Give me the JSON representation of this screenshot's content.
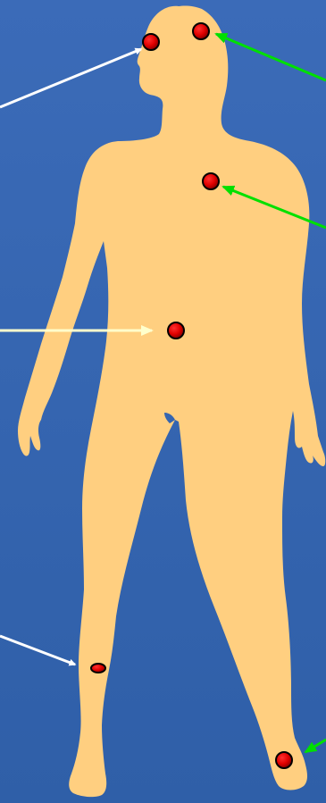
{
  "colors": {
    "background_top": "#3b6bb8",
    "background_bottom": "#2f5fa8",
    "body_fill": "#ffcf80",
    "marker_fill": "#e00000",
    "marker_dark": "#7a0000",
    "marker_stroke": "#000000",
    "arrow_white": "#ffffff",
    "arrow_cream": "#ffffcc",
    "arrow_green": "#00e000"
  },
  "figure": {
    "shape": "human-body-silhouette"
  },
  "markers": [
    {
      "id": "head-front",
      "shape": "circle"
    },
    {
      "id": "head-top",
      "shape": "circle"
    },
    {
      "id": "chest",
      "shape": "circle"
    },
    {
      "id": "abdomen",
      "shape": "circle"
    },
    {
      "id": "lower-leg",
      "shape": "ellipse"
    },
    {
      "id": "foot",
      "shape": "circle"
    }
  ],
  "arrows": [
    {
      "id": "arrow-to-head-front",
      "color": "arrow_white",
      "from_side": "left"
    },
    {
      "id": "arrow-to-head-top",
      "color": "arrow_green",
      "from_side": "right"
    },
    {
      "id": "arrow-to-chest",
      "color": "arrow_green",
      "from_side": "right"
    },
    {
      "id": "arrow-to-abdomen",
      "color": "arrow_cream",
      "from_side": "left"
    },
    {
      "id": "arrow-to-lower-leg",
      "color": "arrow_white",
      "from_side": "left"
    },
    {
      "id": "arrow-to-foot",
      "color": "arrow_green",
      "from_side": "right"
    }
  ]
}
